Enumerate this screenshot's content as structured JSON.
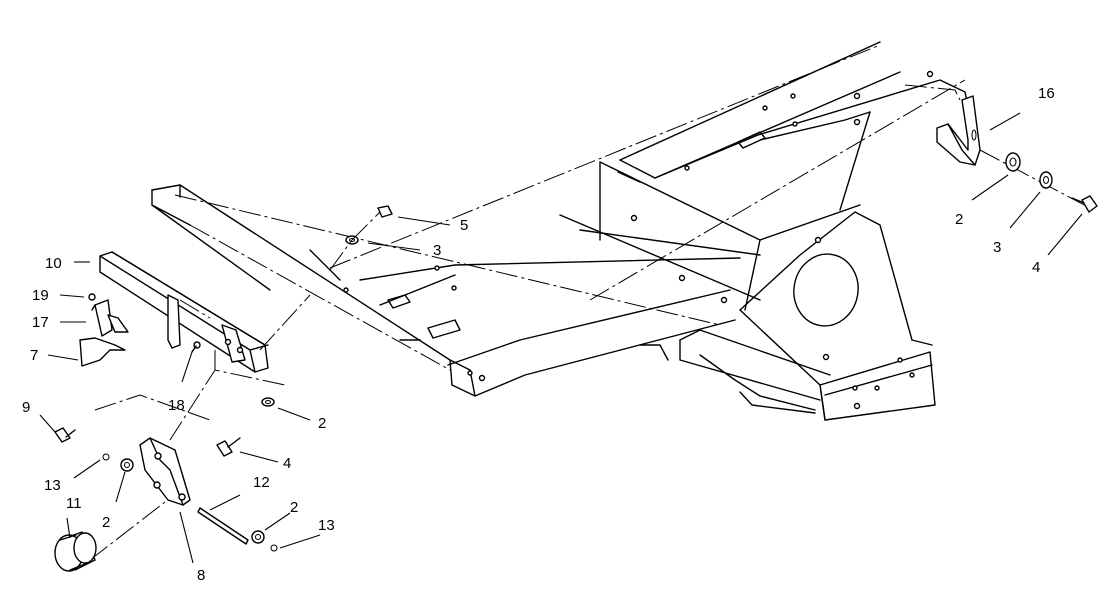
{
  "callouts": [
    {
      "id": "c16a",
      "text": "16"
    },
    {
      "id": "c5",
      "text": "5"
    },
    {
      "id": "c3a",
      "text": "3"
    },
    {
      "id": "c10",
      "text": "10"
    },
    {
      "id": "c19",
      "text": "19"
    },
    {
      "id": "c17",
      "text": "17"
    },
    {
      "id": "c7",
      "text": "7"
    },
    {
      "id": "c18",
      "text": "18"
    },
    {
      "id": "c2a",
      "text": "2"
    },
    {
      "id": "c9",
      "text": "9"
    },
    {
      "id": "c4a",
      "text": "4"
    },
    {
      "id": "c13a",
      "text": "13"
    },
    {
      "id": "c12",
      "text": "12"
    },
    {
      "id": "c11",
      "text": "11"
    },
    {
      "id": "c2b",
      "text": "2"
    },
    {
      "id": "c2c",
      "text": "2"
    },
    {
      "id": "c13b",
      "text": "13"
    },
    {
      "id": "c8",
      "text": "8"
    },
    {
      "id": "c2d",
      "text": "2"
    },
    {
      "id": "c3b",
      "text": "3"
    },
    {
      "id": "c4b",
      "text": "4"
    }
  ]
}
